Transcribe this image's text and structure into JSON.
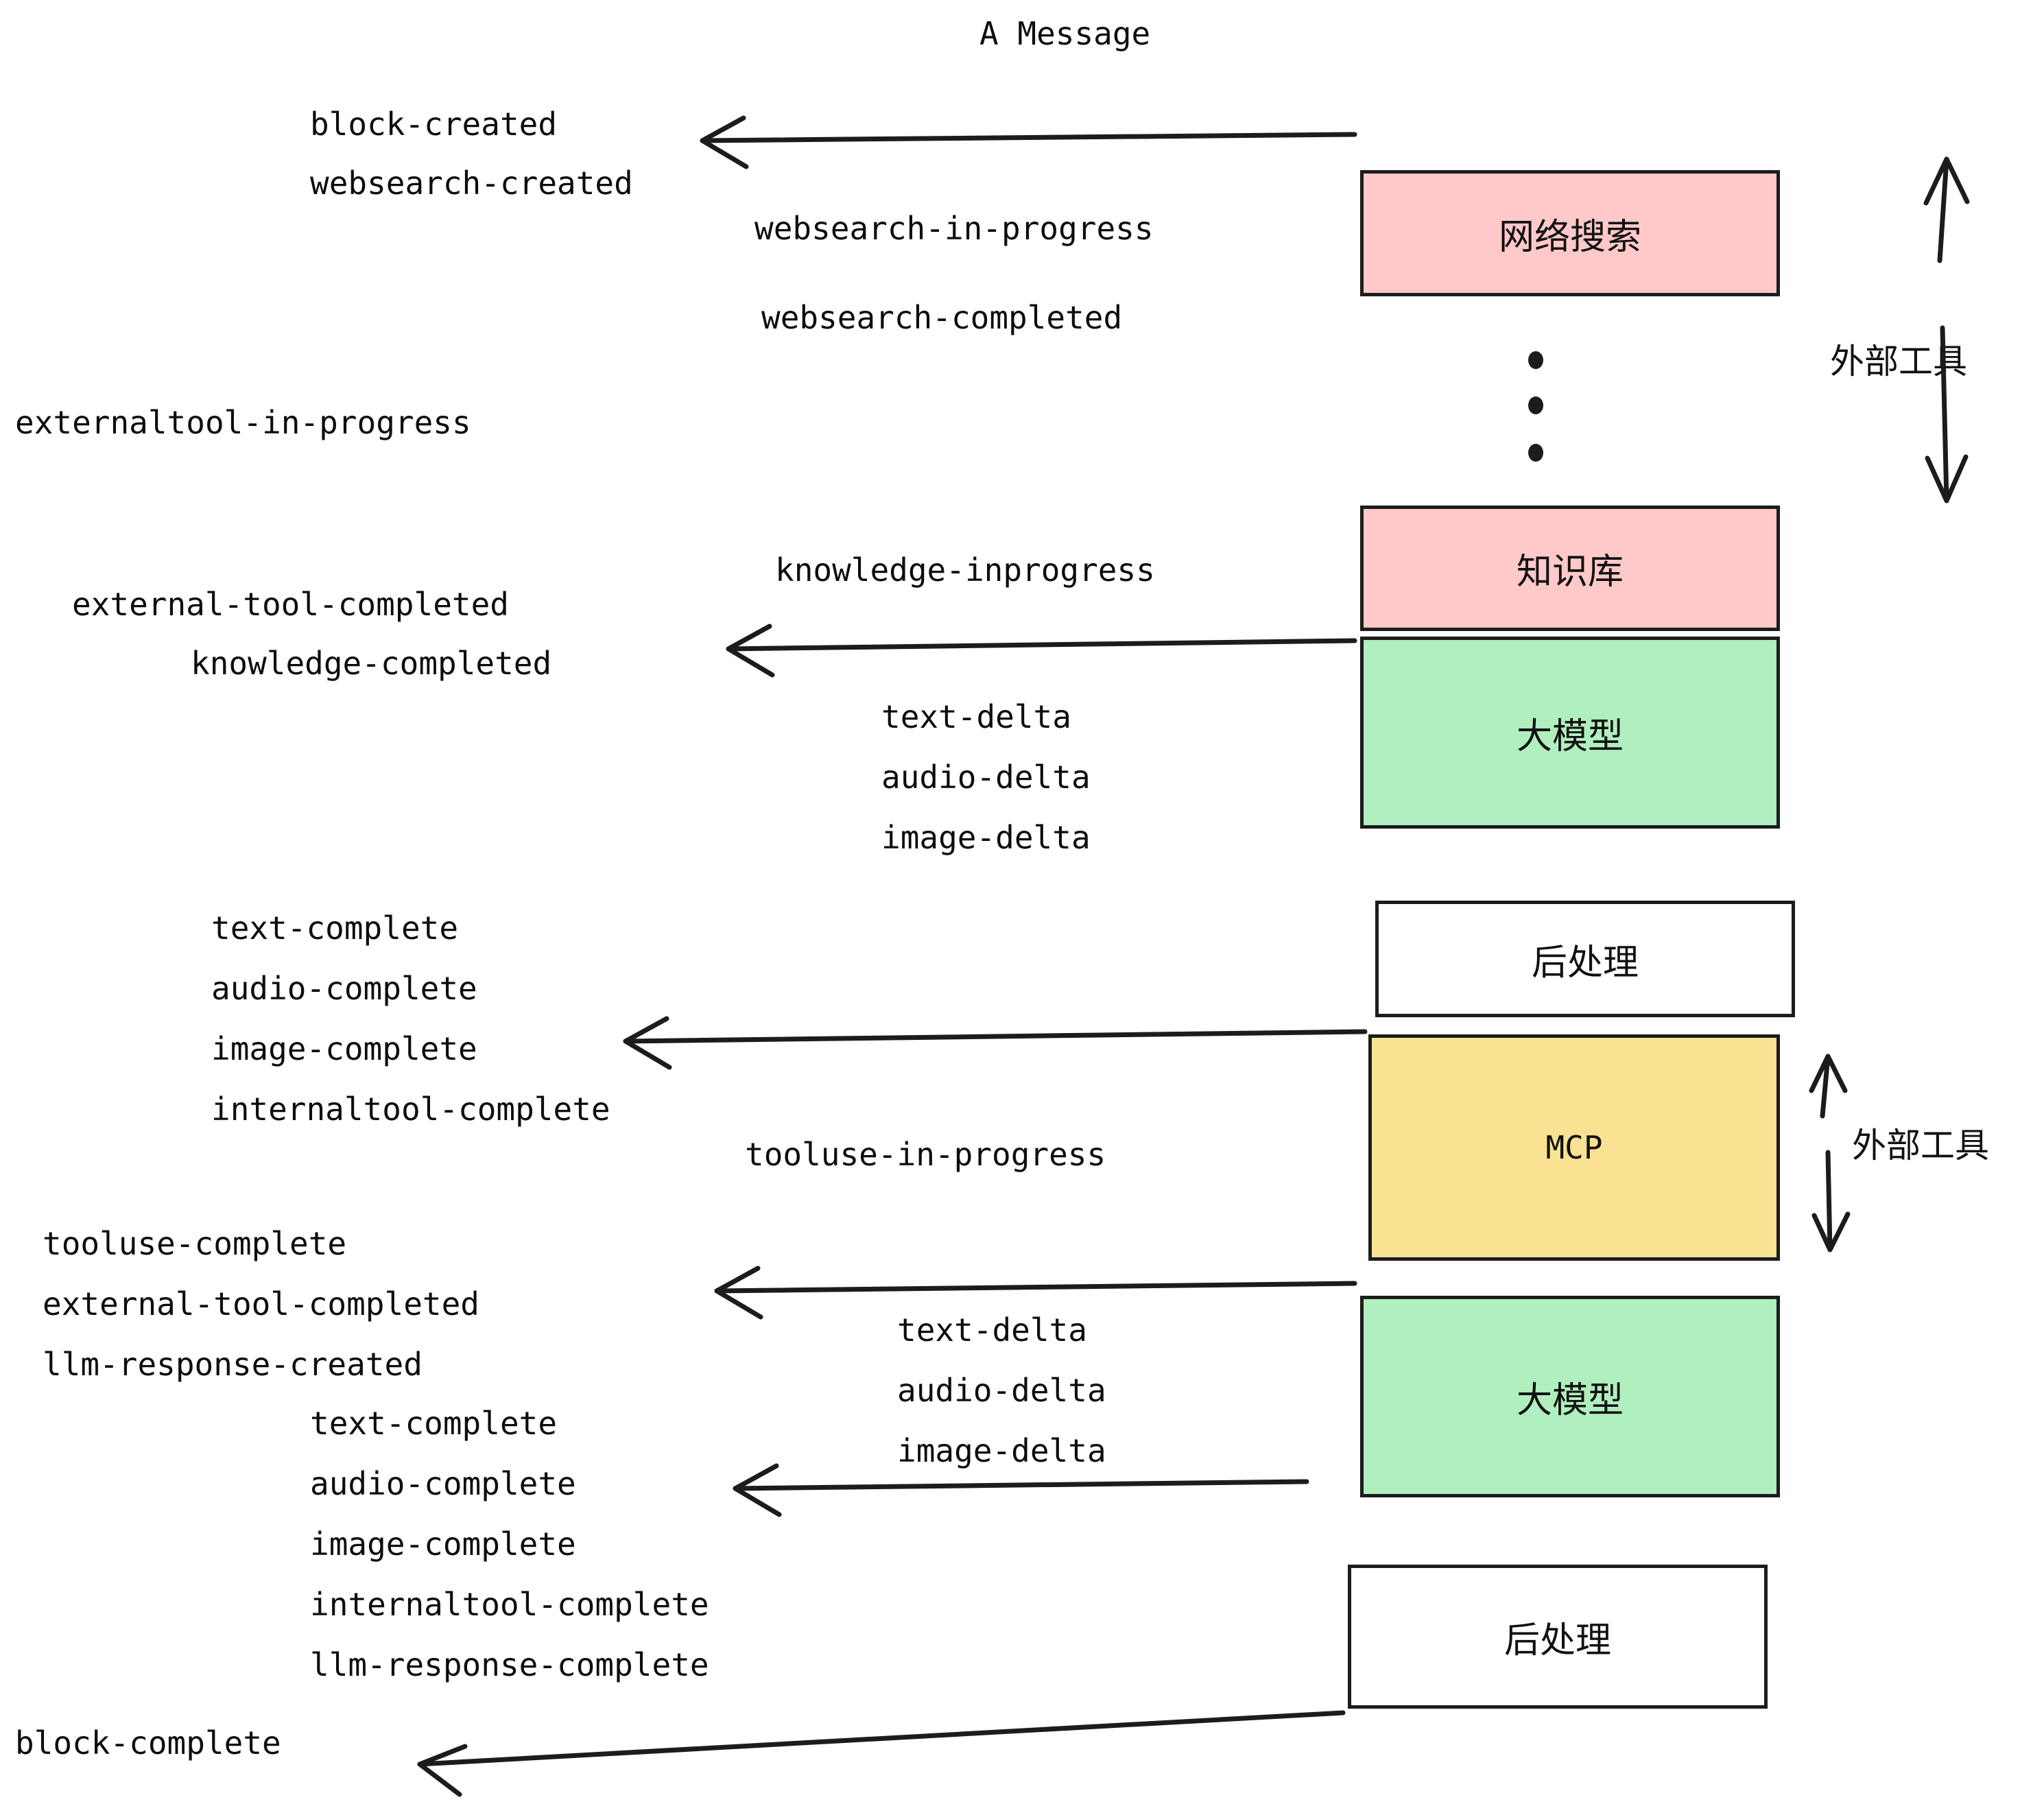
{
  "title": "A Message",
  "colors": {
    "pink": "#FFC9C9",
    "green": "#B0EFBE",
    "yellow": "#F9E291",
    "white": "#FFFFFF",
    "stroke": "#1C1C1C",
    "text": "#0D0D0D"
  },
  "boxes": [
    {
      "id": "websearch",
      "label": "网络搜索",
      "fill": "#FFC9C9"
    },
    {
      "id": "knowledge",
      "label": "知识库",
      "fill": "#FFC9C9"
    },
    {
      "id": "llm-top",
      "label": "大模型",
      "fill": "#B0EFBE"
    },
    {
      "id": "post-top",
      "label": "后处理",
      "fill": "#FFFFFF"
    },
    {
      "id": "mcp",
      "label": "MCP",
      "fill": "#F9E291"
    },
    {
      "id": "llm-bottom",
      "label": "大模型",
      "fill": "#B0EFBE"
    },
    {
      "id": "post-bottom",
      "label": "后处理",
      "fill": "#FFFFFF"
    }
  ],
  "group_labels": [
    {
      "id": "external-tools-top",
      "label": "外部工具"
    },
    {
      "id": "external-tools-bottom",
      "label": "外部工具"
    }
  ],
  "events": [
    {
      "id": "e01",
      "label": "block-created"
    },
    {
      "id": "e02",
      "label": "websearch-created"
    },
    {
      "id": "e03",
      "label": "websearch-in-progress"
    },
    {
      "id": "e04",
      "label": "websearch-completed"
    },
    {
      "id": "e05",
      "label": "externaltool-in-progress"
    },
    {
      "id": "e06",
      "label": "knowledge-inprogress"
    },
    {
      "id": "e07",
      "label": "external-tool-completed"
    },
    {
      "id": "e08",
      "label": "knowledge-completed"
    },
    {
      "id": "e09",
      "label": "text-delta"
    },
    {
      "id": "e10",
      "label": "audio-delta"
    },
    {
      "id": "e11",
      "label": "image-delta"
    },
    {
      "id": "e12",
      "label": "text-complete"
    },
    {
      "id": "e13",
      "label": "audio-complete"
    },
    {
      "id": "e14",
      "label": "image-complete"
    },
    {
      "id": "e15",
      "label": "internaltool-complete"
    },
    {
      "id": "e16",
      "label": "tooluse-in-progress"
    },
    {
      "id": "e17",
      "label": "tooluse-complete"
    },
    {
      "id": "e18",
      "label": "external-tool-completed"
    },
    {
      "id": "e19",
      "label": "llm-response-created"
    },
    {
      "id": "e20",
      "label": "text-delta"
    },
    {
      "id": "e21",
      "label": "audio-delta"
    },
    {
      "id": "e22",
      "label": "image-delta"
    },
    {
      "id": "e23",
      "label": "text-complete"
    },
    {
      "id": "e24",
      "label": "audio-complete"
    },
    {
      "id": "e25",
      "label": "image-complete"
    },
    {
      "id": "e26",
      "label": "internaltool-complete"
    },
    {
      "id": "e27",
      "label": "llm-response-complete"
    },
    {
      "id": "e28",
      "label": "block-complete"
    }
  ]
}
